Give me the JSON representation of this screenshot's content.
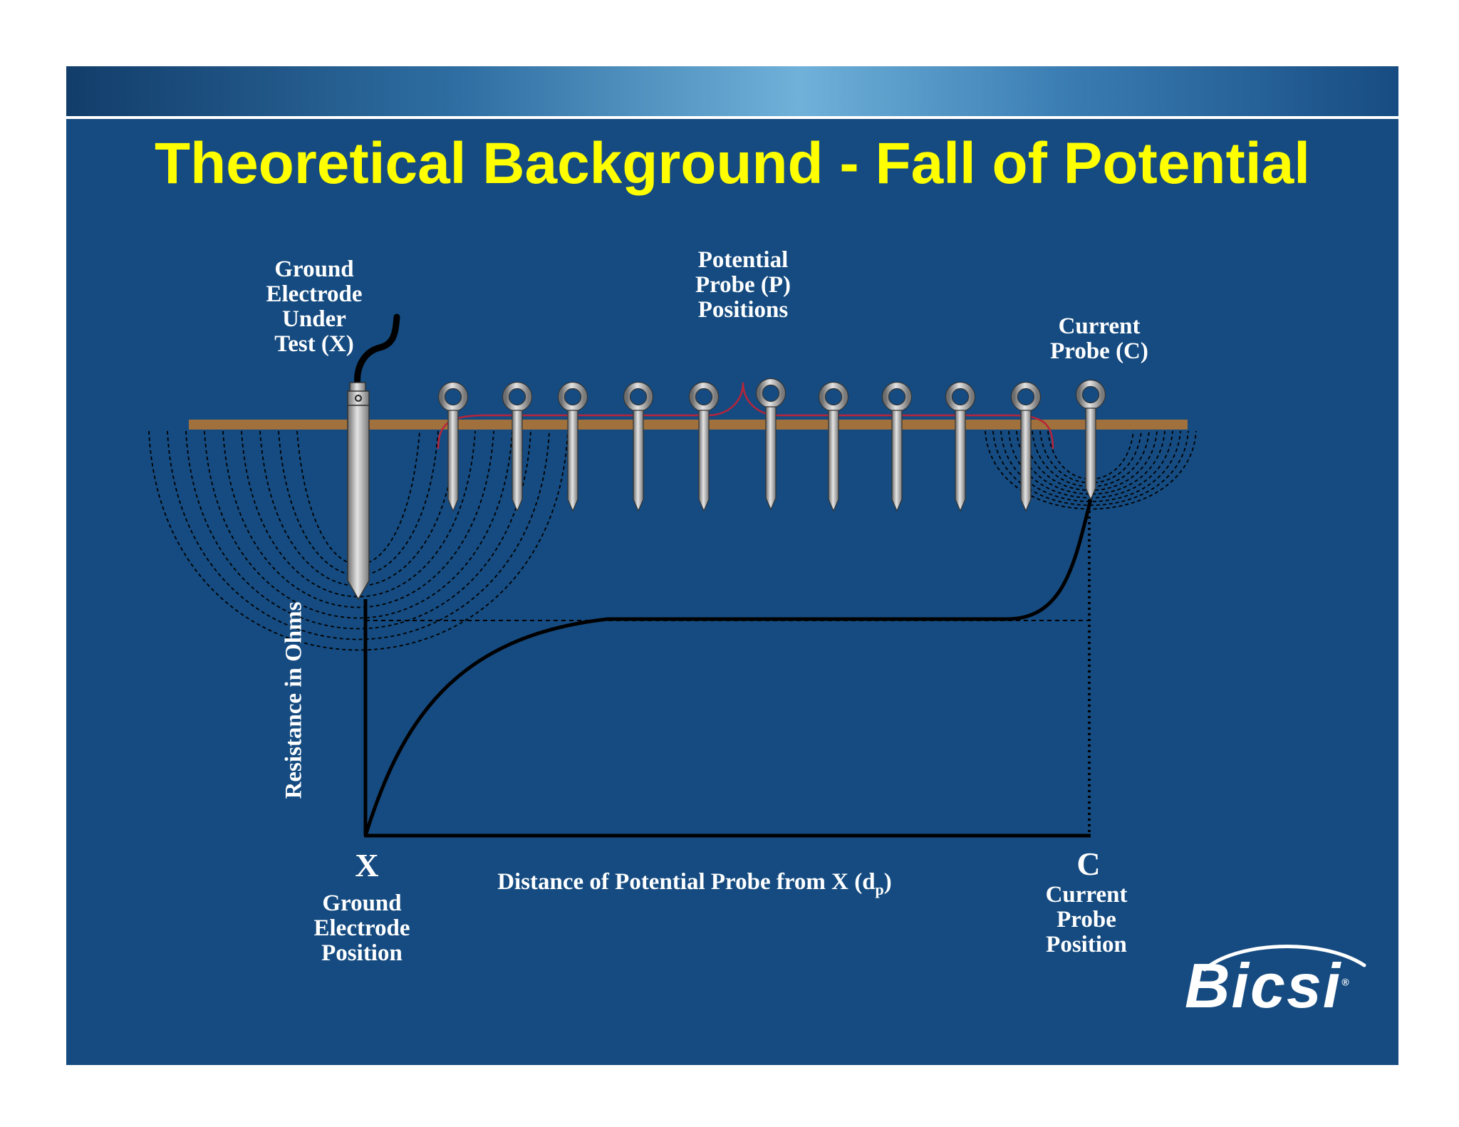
{
  "slide": {
    "title": "Theoretical Background - Fall of Potential"
  },
  "labels": {
    "ground_electrode_under_test": [
      "Ground",
      "Electrode",
      "Under",
      "Test (X)"
    ],
    "potential_probe_positions": [
      "Potential",
      "Probe (P)",
      "Positions"
    ],
    "current_probe": [
      "Current",
      "Probe (C)"
    ],
    "y_axis": "Resistance in Ohms",
    "x_axis_main": "Distance of Potential Probe from X (d",
    "x_axis_sub": "p",
    "x_axis_end": ")",
    "x_marker": "X",
    "x_marker_caption": [
      "Ground",
      "Electrode",
      "Position"
    ],
    "c_marker": "C",
    "c_marker_caption": [
      "Current",
      "Probe",
      "Position"
    ]
  },
  "logo": {
    "text": "Bicsi",
    "mark": "®"
  },
  "colors": {
    "background": "#154b80",
    "title": "#ffff00",
    "ground_strip": "#a0713c",
    "brace": "#b8243a",
    "curve": "#000000",
    "electrode": "#b8b8b8"
  }
}
